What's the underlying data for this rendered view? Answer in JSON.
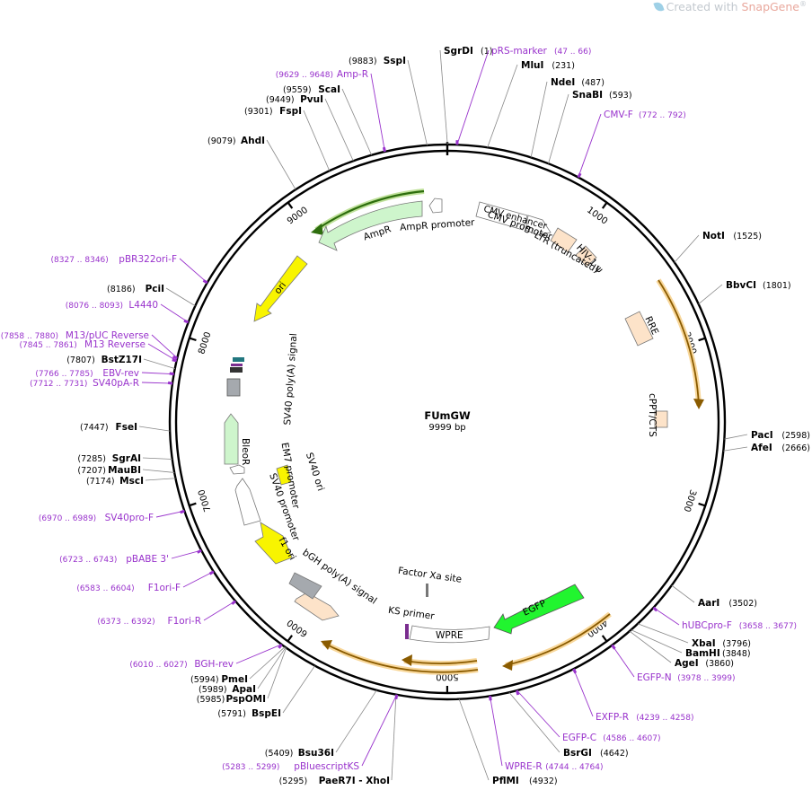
{
  "watermark": {
    "prefix": "Created with",
    "brand": "SnapGene",
    "mark": "®"
  },
  "plasmid": {
    "name": "FUmGW",
    "size_label": "9999 bp",
    "length": 9999
  },
  "ticks": [
    {
      "bp": 1000,
      "label": "1000"
    },
    {
      "bp": 2000,
      "label": "2000"
    },
    {
      "bp": 3000,
      "label": "3000"
    },
    {
      "bp": 4000,
      "label": "4000"
    },
    {
      "bp": 5000,
      "label": "5000"
    },
    {
      "bp": 6000,
      "label": "6000"
    },
    {
      "bp": 7000,
      "label": "7000"
    },
    {
      "bp": 8000,
      "label": "8000"
    },
    {
      "bp": 9000,
      "label": "9000"
    }
  ],
  "sites": [
    {
      "name": "SgrDI",
      "pos": "(1)",
      "bp": 1
    },
    {
      "name": "SspI",
      "pos": "(9883)",
      "bp": 9883
    },
    {
      "name": "MluI",
      "pos": "(231)",
      "bp": 231
    },
    {
      "name": "NdeI",
      "pos": "(487)",
      "bp": 487
    },
    {
      "name": "SnaBI",
      "pos": "(593)",
      "bp": 593
    },
    {
      "name": "ScaI",
      "pos": "(9559)",
      "bp": 9559
    },
    {
      "name": "PvuI",
      "pos": "(9449)",
      "bp": 9449
    },
    {
      "name": "FspI",
      "pos": "(9301)",
      "bp": 9301
    },
    {
      "name": "AhdI",
      "pos": "(9079)",
      "bp": 9079
    },
    {
      "name": "NotI",
      "pos": "(1525)",
      "bp": 1525
    },
    {
      "name": "BbvCI",
      "pos": "(1801)",
      "bp": 1801
    },
    {
      "name": "PciI",
      "pos": "(8186)",
      "bp": 8186
    },
    {
      "name": "BstZ17I",
      "pos": "(7807)",
      "bp": 7807
    },
    {
      "name": "FseI",
      "pos": "(7447)",
      "bp": 7447
    },
    {
      "name": "PacI",
      "pos": "(2598)",
      "bp": 2598
    },
    {
      "name": "AfeI",
      "pos": "(2666)",
      "bp": 2666
    },
    {
      "name": "SgrAI",
      "pos": "(7285)",
      "bp": 7285
    },
    {
      "name": "MauBI",
      "pos": "(7207)",
      "bp": 7207
    },
    {
      "name": "MscI",
      "pos": "(7174)",
      "bp": 7174
    },
    {
      "name": "AarI",
      "pos": "(3502)",
      "bp": 3502
    },
    {
      "name": "XbaI",
      "pos": "(3796)",
      "bp": 3796
    },
    {
      "name": "BamHI",
      "pos": "(3848)",
      "bp": 3848
    },
    {
      "name": "AgeI",
      "pos": "(3860)",
      "bp": 3860
    },
    {
      "name": "PmeI",
      "pos": "(5994)",
      "bp": 5994
    },
    {
      "name": "ApaI",
      "pos": "(5989)",
      "bp": 5989
    },
    {
      "name": "PspOMI",
      "pos": "(5985)",
      "bp": 5985
    },
    {
      "name": "BspEI",
      "pos": "(5791)",
      "bp": 5791
    },
    {
      "name": "BsrGI",
      "pos": "(4642)",
      "bp": 4642
    },
    {
      "name": "PflMI",
      "pos": "(4932)",
      "bp": 4932
    },
    {
      "name": "Bsu36I",
      "pos": "(5409)",
      "bp": 5409
    },
    {
      "name": "PaeR7I - XhoI",
      "pos": "(5295)",
      "bp": 5295
    }
  ],
  "primers": [
    {
      "name": "pRS-marker",
      "range": "(47 .. 66)",
      "bp": 56
    },
    {
      "name": "Amp-R",
      "range": "(9629 .. 9648)",
      "bp": 9638
    },
    {
      "name": "CMV-F",
      "range": "(772 .. 792)",
      "bp": 782
    },
    {
      "name": "pBR322ori-F",
      "range": "(8327 .. 8346)",
      "bp": 8336
    },
    {
      "name": "L4440",
      "range": "(8076 .. 8093)",
      "bp": 8084
    },
    {
      "name": "M13/pUC Reverse",
      "range": "(7858 .. 7880)",
      "bp": 7869
    },
    {
      "name": "M13 Reverse",
      "range": "(7845 .. 7861)",
      "bp": 7853
    },
    {
      "name": "EBV-rev",
      "range": "(7766 .. 7785)",
      "bp": 7775
    },
    {
      "name": "SV40pA-R",
      "range": "(7712 .. 7731)",
      "bp": 7721
    },
    {
      "name": "SV40pro-F",
      "range": "(6970 .. 6989)",
      "bp": 6979
    },
    {
      "name": "pBABE 3'",
      "range": "(6723 .. 6743)",
      "bp": 6733
    },
    {
      "name": "F1ori-F",
      "range": "(6583 .. 6604)",
      "bp": 6593
    },
    {
      "name": "F1ori-R",
      "range": "(6373 .. 6392)",
      "bp": 6382
    },
    {
      "name": "BGH-rev",
      "range": "(6010 .. 6027)",
      "bp": 6018
    },
    {
      "name": "pBluescriptKS",
      "range": "(5283 .. 5299)",
      "bp": 5291
    },
    {
      "name": "WPRE-R",
      "range": "(4744 .. 4764)",
      "bp": 4754
    },
    {
      "name": "EGFP-C",
      "range": "(4586 .. 4607)",
      "bp": 4596
    },
    {
      "name": "EXFP-R",
      "range": "(4239 .. 4258)",
      "bp": 4248
    },
    {
      "name": "EGFP-N",
      "range": "(3978 .. 3999)",
      "bp": 3988
    },
    {
      "name": "hUBCpro-F",
      "range": "(3658 .. 3677)",
      "bp": 3667
    }
  ],
  "features": [
    {
      "name": "CMV e...",
      "label": "CMV enhancer"
    },
    {
      "name": "CMV promoter",
      "label": "CMV promoter"
    },
    {
      "name": "5' LTR (truncated)",
      "label": "5' LTR (truncated)"
    },
    {
      "name": "HIV-1 ψ",
      "label": "HIV-1 ψ"
    },
    {
      "name": "RRE",
      "label": "RRE"
    },
    {
      "name": "cPPT/CTS",
      "label": "cPPT/CTS"
    },
    {
      "name": "EGFP",
      "label": "EGFP"
    },
    {
      "name": "WPRE",
      "label": "WPRE"
    },
    {
      "name": "KS primer",
      "label": "KS primer"
    },
    {
      "name": "Factor Xa site",
      "label": "Factor Xa site"
    },
    {
      "name": "bGH poly(A) signal",
      "label": "bGH poly(A) signal"
    },
    {
      "name": "f1 ori",
      "label": "f1 ori"
    },
    {
      "name": "SV40 promoter",
      "label": "SV40 promoter"
    },
    {
      "name": "EM7 promoter",
      "label": "EM7 promoter"
    },
    {
      "name": "BleoR",
      "label": "BleoR"
    },
    {
      "name": "SV40 ori",
      "label": "SV40 ori"
    },
    {
      "name": "SV40 poly(A) signal",
      "label": "SV40 poly(A) signal"
    },
    {
      "name": "ori",
      "label": "ori"
    },
    {
      "name": "AmpR",
      "label": "AmpR"
    },
    {
      "name": "AmpR promoter",
      "label": "AmpR promoter"
    }
  ],
  "colors": {
    "backbone": "#000000",
    "primer": "#9933cc",
    "enzyme_text": "#000000",
    "orange_arc": "#f3b64d",
    "green_arc": "#82c341",
    "egfp": "#21f52f",
    "ori_yellow": "#f8f400",
    "light_green": "#cef5cc",
    "peach": "#fde3c9",
    "gray": "#a5a9ae"
  }
}
